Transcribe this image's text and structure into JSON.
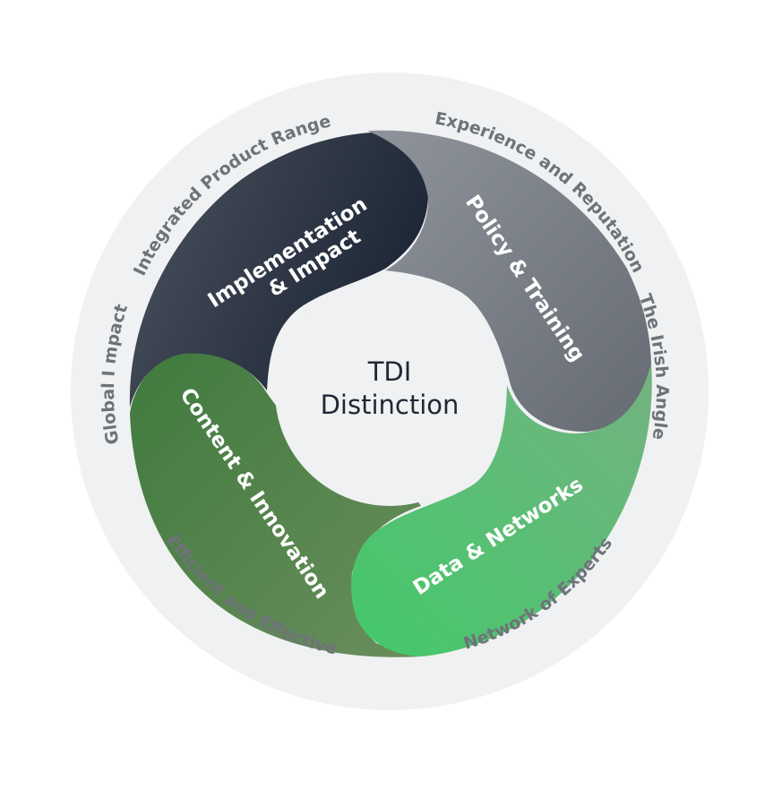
{
  "center": {
    "line1": "TDI",
    "line2": "Distinction"
  },
  "segments": [
    {
      "id": "implementation",
      "line1": "Implementation",
      "line2": "& Impact",
      "color_from": "#4c5360",
      "color_to": "#1d2636"
    },
    {
      "id": "policy",
      "label": "Policy & Training",
      "color_from": "#8f949b",
      "color_to": "#666b73"
    },
    {
      "id": "data",
      "label": "Data & Networks",
      "color_from": "#43c96a",
      "color_to": "#74b281"
    },
    {
      "id": "content",
      "label": "Content & Innovation",
      "color_from": "#3f7a3d",
      "color_to": "#6a8e5c"
    }
  ],
  "outer_labels": [
    "Integrated Product Range",
    "Experience and Reputation",
    "The Irish Angle",
    "Network of Experts",
    "Efficient and Effective",
    "Global I mpact"
  ],
  "colors": {
    "outer_ring": "#f0f1f2",
    "center_fill": "#f0f1f2",
    "outer_label_text": "#6e737a",
    "center_text": "#1f2835"
  }
}
